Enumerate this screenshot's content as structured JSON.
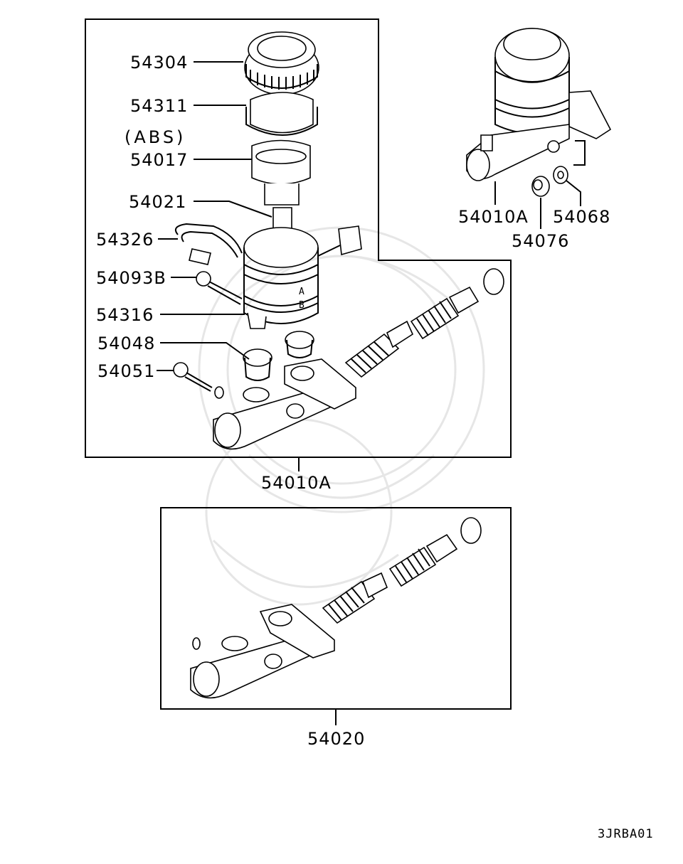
{
  "diagram": {
    "figure_code": "3JRBA01",
    "abs_note": "(ABS)",
    "labels": {
      "p54304": "54304",
      "p54311": "54311",
      "p54017": "54017",
      "p54021": "54021",
      "p54326": "54326",
      "p54093B": "54093B",
      "p54316": "54316",
      "p54048": "54048",
      "p54051": "54051",
      "assembly_abs": "54010A",
      "assembly_right": "54010A",
      "p54076": "54076",
      "p54068": "54068",
      "assembly_lower": "54020"
    },
    "reservoir_markings": [
      "A",
      "B"
    ],
    "colors": {
      "line": "#000000",
      "background": "#ffffff",
      "watermark": "#e6e6e6"
    }
  }
}
